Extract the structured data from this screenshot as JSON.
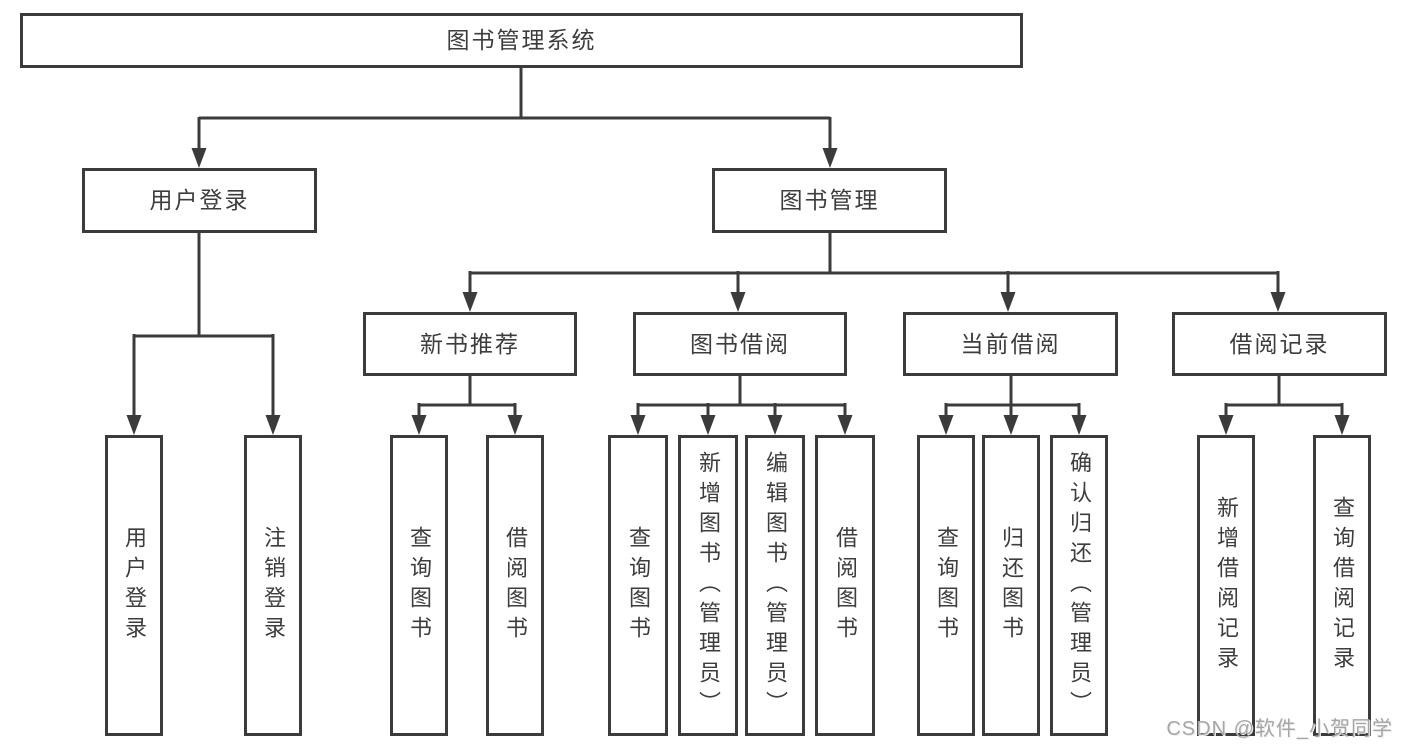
{
  "diagram": {
    "root": {
      "label": "图书管理系统"
    },
    "branches": [
      {
        "label": "用户登录",
        "children": [
          {
            "label": "用户登录"
          },
          {
            "label": "注销登录"
          }
        ]
      },
      {
        "label": "图书管理",
        "groups": [
          {
            "label": "新书推荐",
            "children": [
              {
                "label": "查询图书"
              },
              {
                "label": "借阅图书"
              }
            ]
          },
          {
            "label": "图书借阅",
            "children": [
              {
                "label": "查询图书"
              },
              {
                "label": "新增图书（管理员）"
              },
              {
                "label": "编辑图书（管理员）"
              },
              {
                "label": "借阅图书"
              }
            ]
          },
          {
            "label": "当前借阅",
            "children": [
              {
                "label": "查询图书"
              },
              {
                "label": "归还图书"
              },
              {
                "label": "确认归还（管理员）"
              }
            ]
          },
          {
            "label": "借阅记录",
            "children": [
              {
                "label": "新增借阅记录"
              },
              {
                "label": "查询借阅记录"
              }
            ]
          }
        ]
      }
    ]
  },
  "watermark": {
    "text": "CSDN @软件_小贺同学"
  },
  "colors": {
    "line": "#3b3b3b",
    "text": "#3d3d3d",
    "background": "#ffffff",
    "watermark": "#a6a6a6"
  }
}
